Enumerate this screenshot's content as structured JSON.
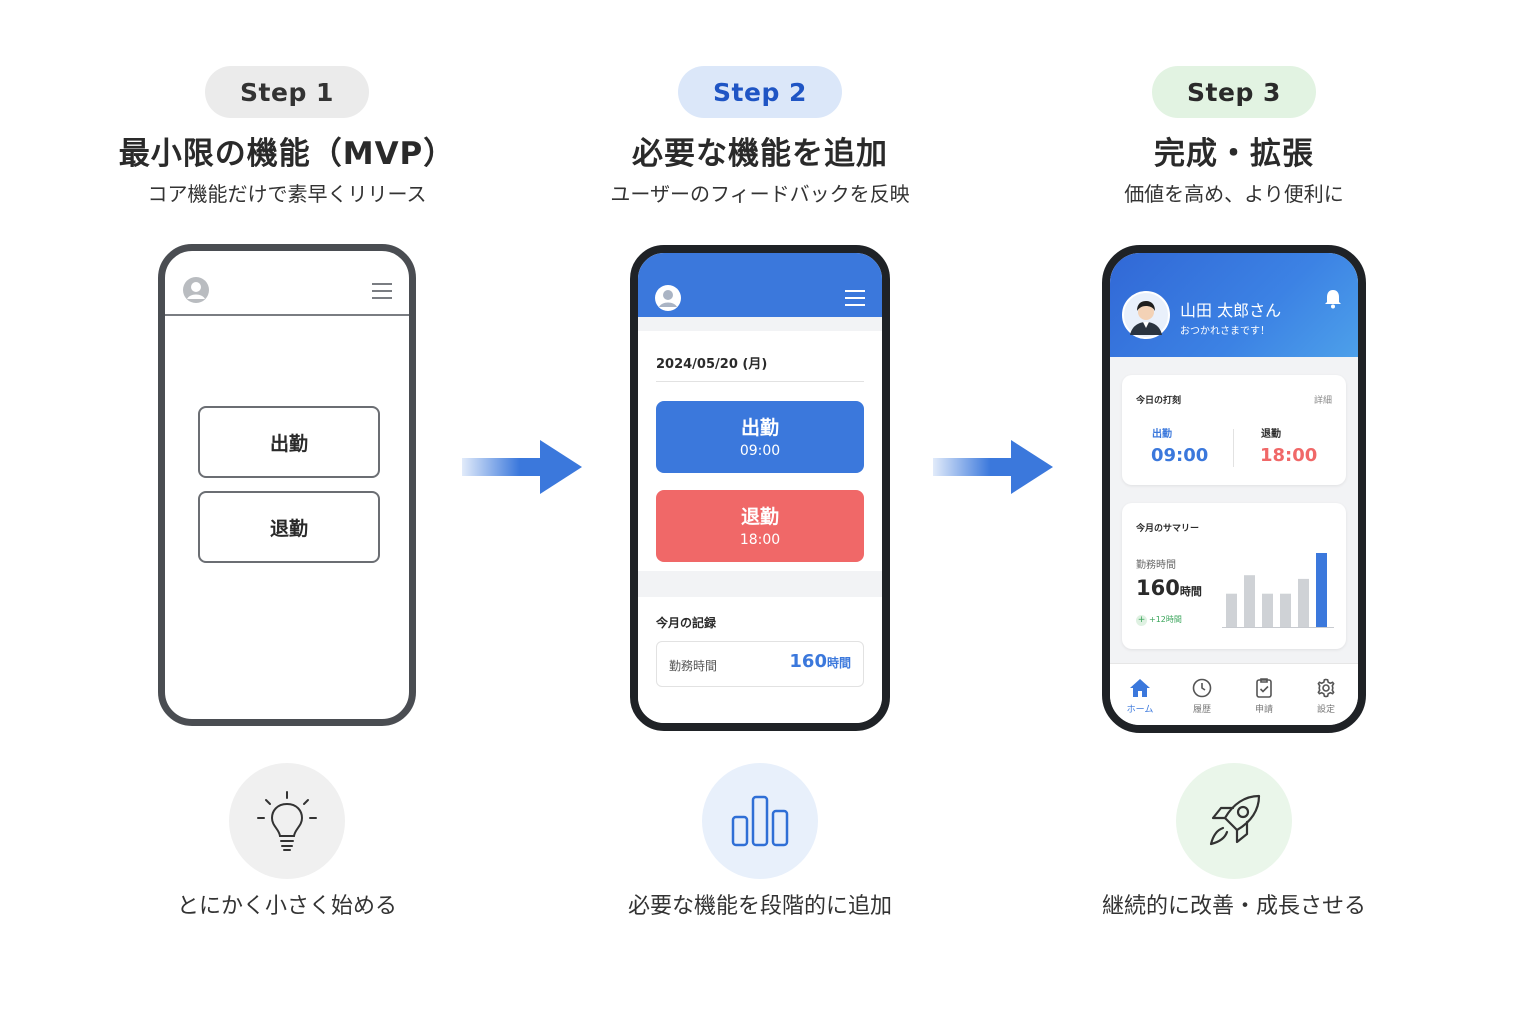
{
  "steps": [
    {
      "badge": "Step 1",
      "title": "最小限の機能（MVP）",
      "subtitle": "コア機能だけで素早くリリース",
      "caption": "とにかく小さく始める",
      "badge_bg": "#ebebeb",
      "badge_color": "#333333",
      "circle_bg": "#f0f0f0",
      "icon": "lightbulb-icon",
      "phone": {
        "clock_in": "出勤",
        "clock_out": "退勤"
      }
    },
    {
      "badge": "Step 2",
      "title": "必要な機能を追加",
      "subtitle": "ユーザーのフィードバックを反映",
      "caption": "必要な機能を段階的に追加",
      "badge_bg": "#dbe7f9",
      "badge_color": "#1f55c4",
      "circle_bg": "#e8f0fb",
      "icon": "bar-chart-icon",
      "phone": {
        "date": "2024/05/20 (月)",
        "clock_in": "出勤",
        "clock_in_time": "09:00",
        "clock_out": "退勤",
        "clock_out_time": "18:00",
        "record_title": "今月の記録",
        "work_hours_label": "勤務時間",
        "work_hours_value": "160",
        "work_hours_unit": "時間"
      }
    },
    {
      "badge": "Step 3",
      "title": "完成・拡張",
      "subtitle": "価値を高め、より便利に",
      "caption": "継続的に改善・成長させる",
      "badge_bg": "#e2f3e2",
      "badge_color": "#2a2a2a",
      "circle_bg": "#eaf6ea",
      "icon": "rocket-icon",
      "phone": {
        "user_name": "山田 太郎さん",
        "greeting": "おつかれさまです！",
        "punch_title": "今日の打刻",
        "detail": "詳細",
        "clock_in": "出勤",
        "clock_in_time": "09:00",
        "clock_out": "退勤",
        "clock_out_time": "18:00",
        "summary_title": "今月のサマリー",
        "work_hours_label": "勤務時間",
        "work_hours_value": "160",
        "work_hours_unit": "時間",
        "delta": "+12時間",
        "bars": [
          0.45,
          0.7,
          0.45,
          0.45,
          0.65,
          1.0
        ],
        "nav": [
          "ホーム",
          "履歴",
          "申請",
          "設定"
        ]
      }
    }
  ],
  "colors": {
    "blue": "#3b78dc",
    "red": "#f06868",
    "green": "#3aa55b",
    "bar_gray": "#cfd2d6"
  }
}
